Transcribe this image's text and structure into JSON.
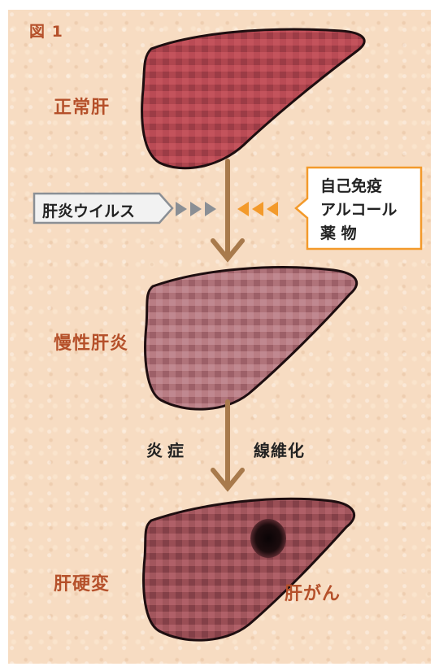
{
  "figure_label": "図 1",
  "stages": {
    "normal": "正常肝",
    "chronic_hepatitis": "慢性肝炎",
    "cirrhosis": "肝硬変",
    "liver_cancer": "肝がん"
  },
  "causes": {
    "virus": "肝炎ウイルス",
    "other_lines": [
      "自己免疫",
      "アルコール",
      "薬 物"
    ]
  },
  "progression": {
    "left_label": "炎症",
    "right_label": "線維化"
  },
  "colors": {
    "background": "#f7dcc2",
    "label_text": "#b5502a",
    "arrow": "#a87a4c",
    "virus_chevrons": "#8a8f95",
    "factor_chevrons": "#f39a2b",
    "factor_border": "#f39a2b",
    "liver_normal": "#b0464f",
    "liver_chronic": "#b0737a",
    "liver_cirrhosis": "#9a4e55",
    "tumor": "#1c0c0e"
  }
}
